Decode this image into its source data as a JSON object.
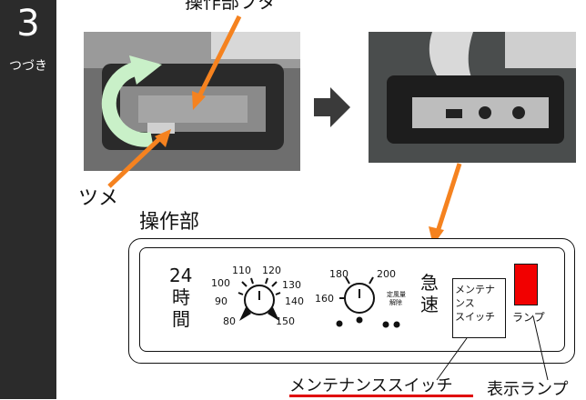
{
  "step": {
    "number": "3",
    "subtitle": "つづき"
  },
  "labels": {
    "top_caption": "操作部フタ",
    "tsume": "ツメ",
    "panel_title": "操作部",
    "maintenance_switch_callout": "メンテナンススイッチ",
    "indicator_lamp_callout": "表示ランプ"
  },
  "panel": {
    "timer_label": [
      "24",
      "時",
      "間"
    ],
    "dial1_ticks": [
      "110",
      "120",
      "100",
      "130",
      "90",
      "140",
      "80",
      "150"
    ],
    "dial2_ticks": [
      "180",
      "200",
      "160"
    ],
    "dial2_release_text": [
      "定風量",
      "解除"
    ],
    "rapid_label": [
      "急",
      "速"
    ],
    "maintenance_switch_text": [
      "メンテナンス",
      "スイッチ"
    ],
    "lamp_text": "ランプ"
  },
  "colors": {
    "arrow": "#f5821f",
    "lamp": "#f20000",
    "sidebar": "#2b2b2b",
    "rotate_arrow": "#c9f0c8"
  }
}
